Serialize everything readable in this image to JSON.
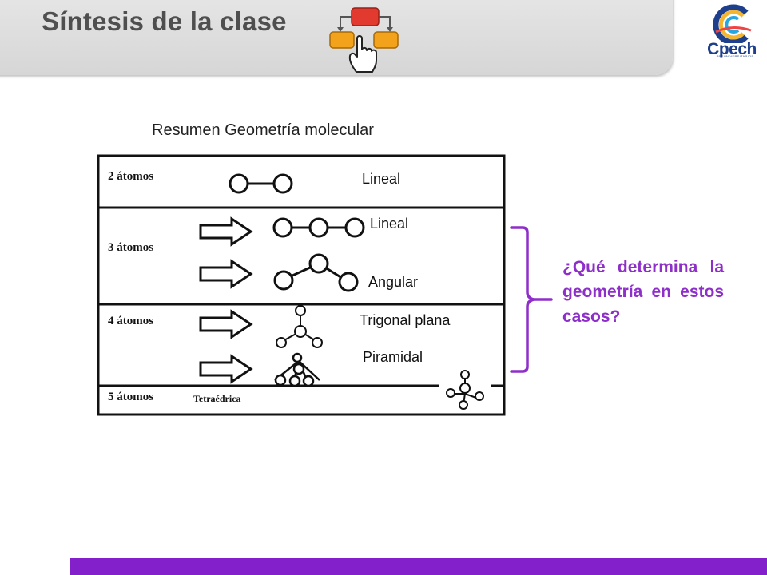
{
  "header": {
    "title": "Síntesis de la clase",
    "logo_text": "Cpech",
    "logo_subtext": "PREUNIVERSITARIOS"
  },
  "figure": {
    "title": "Resumen Geometría molecular",
    "rows": [
      {
        "label": "2 átomos",
        "shapes": [
          "Lineal"
        ]
      },
      {
        "label": "3 átomos",
        "shapes": [
          "Lineal",
          "Angular"
        ]
      },
      {
        "label": "4 átomos",
        "shapes": [
          "Trigonal plana",
          "Piramidal"
        ]
      },
      {
        "label": "5 átomos",
        "shapes": [
          "Tetraédrica"
        ]
      }
    ]
  },
  "question": "¿Qué determina la geometría en estos casos?",
  "colors": {
    "accent_purple": "#8320cc",
    "question_text": "#8e2fc9",
    "title_gray": "#4f4f4f",
    "logo_blue": "#1d3f8c"
  },
  "icons": [
    "flowchart-hand-icon",
    "cpech-logo-icon",
    "arrow-right-icon",
    "bracket-icon"
  ]
}
